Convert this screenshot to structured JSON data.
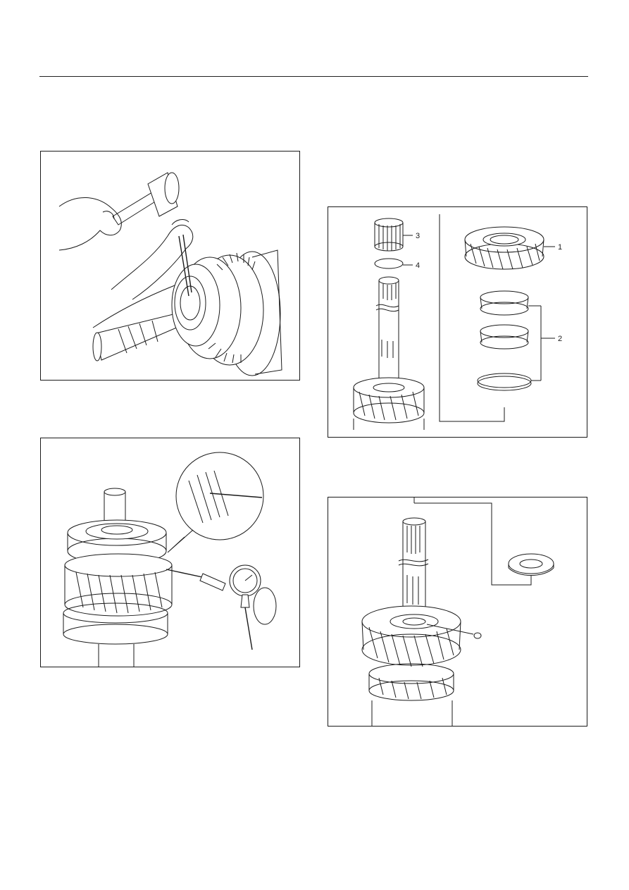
{
  "page": {
    "figures": [
      {
        "id": "hammer",
        "callouts": []
      },
      {
        "id": "dial-gauge",
        "callouts": []
      },
      {
        "id": "exploded-view",
        "callouts": [
          {
            "label": "1",
            "part": "gear"
          },
          {
            "label": "2",
            "part": "synchronizer-rings"
          },
          {
            "label": "3",
            "part": "needle-bearing"
          },
          {
            "label": "4",
            "part": "snap-ring"
          }
        ]
      },
      {
        "id": "thrust-washer",
        "callouts": []
      }
    ]
  }
}
